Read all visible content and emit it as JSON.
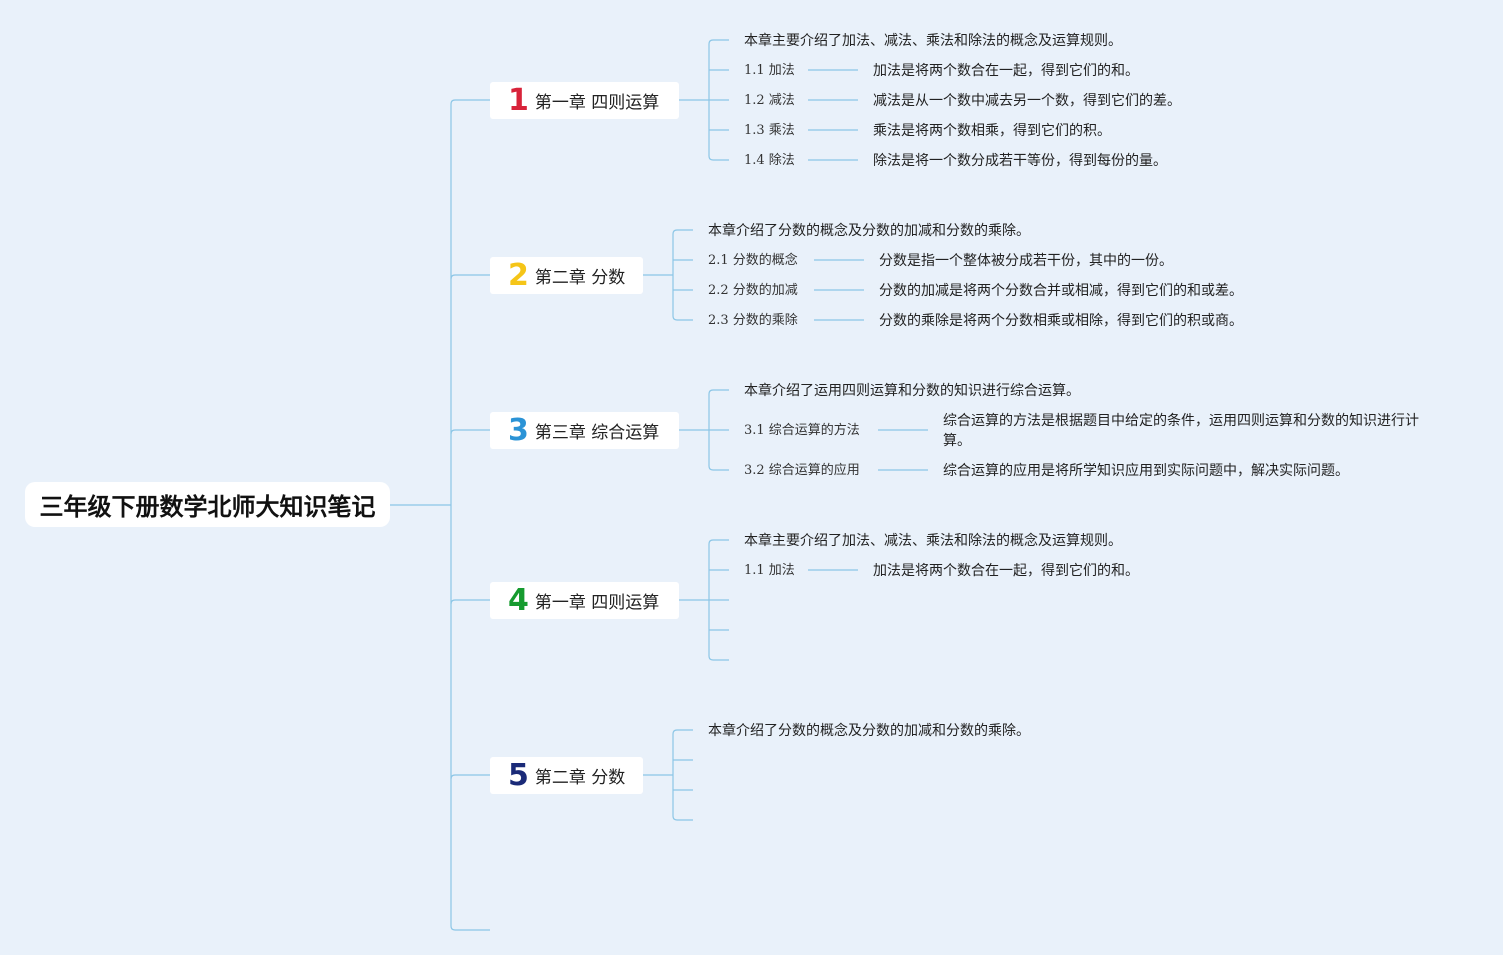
{
  "root": {
    "title": "三年级下册数学北师大知识笔记"
  },
  "colors": {
    "background": "#e9f1fa",
    "line": "#8cc6e6",
    "num1": "#d8233a",
    "num2": "#f5c518",
    "num3": "#2b93d6",
    "num4": "#169b2f",
    "num5": "#1a2a78"
  },
  "chapters": [
    {
      "num": "1",
      "title": "第一章 四则运算",
      "intro": "本章主要介绍了加法、减法、乘法和除法的概念及运算规则。",
      "items": [
        {
          "label": "1.1 加法",
          "desc": "加法是将两个数合在一起，得到它们的和。"
        },
        {
          "label": "1.2 减法",
          "desc": "减法是从一个数中减去另一个数，得到它们的差。"
        },
        {
          "label": "1.3 乘法",
          "desc": "乘法是将两个数相乘，得到它们的积。"
        },
        {
          "label": "1.4 除法",
          "desc": "除法是将一个数分成若干等份，得到每份的量。"
        }
      ]
    },
    {
      "num": "2",
      "title": "第二章 分数",
      "intro": "本章介绍了分数的概念及分数的加减和分数的乘除。",
      "items": [
        {
          "label": "2.1 分数的概念",
          "desc": "分数是指一个整体被分成若干份，其中的一份。"
        },
        {
          "label": "2.2 分数的加减",
          "desc": "分数的加减是将两个分数合并或相减，得到它们的和或差。"
        },
        {
          "label": "2.3 分数的乘除",
          "desc": "分数的乘除是将两个分数相乘或相除，得到它们的积或商。"
        }
      ]
    },
    {
      "num": "3",
      "title": "第三章 综合运算",
      "intro": "本章介绍了运用四则运算和分数的知识进行综合运算。",
      "items": [
        {
          "label": "3.1 综合运算的方法",
          "desc": "综合运算的方法是根据题目中给定的条件，运用四则运算和分数的知识进行计算。"
        },
        {
          "label": "3.2 综合运算的应用",
          "desc": "综合运算的应用是将所学知识应用到实际问题中，解决实际问题。"
        }
      ]
    },
    {
      "num": "4",
      "title": "第一章 四则运算",
      "intro": "本章主要介绍了加法、减法、乘法和除法的概念及运算规则。",
      "items": [
        {
          "label": "1.1 加法",
          "desc": "加法是将两个数合在一起，得到它们的和。"
        }
      ]
    },
    {
      "num": "5",
      "title": "第二章 分数",
      "intro": "本章介绍了分数的概念及分数的加减和分数的乘除。",
      "items": []
    }
  ]
}
